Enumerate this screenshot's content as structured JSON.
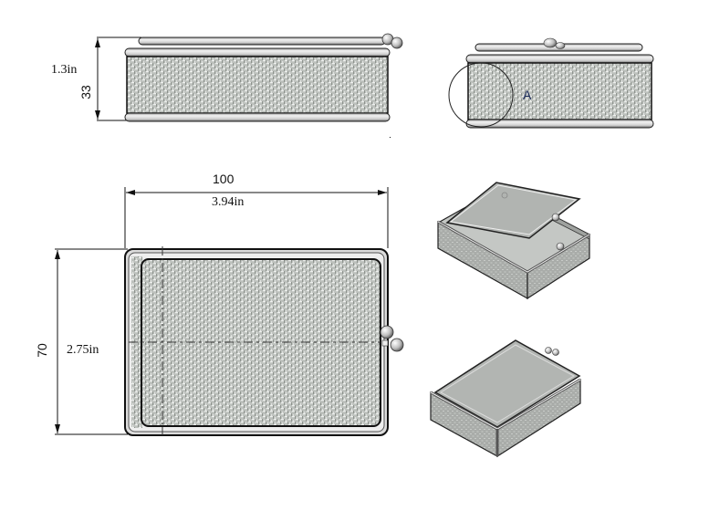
{
  "drawing": {
    "views": {
      "side_view": {
        "dimension_mm": "33",
        "dimension_in": "1.3in"
      },
      "end_view": {
        "detail_label": "A"
      },
      "top_view": {
        "width_mm": "100",
        "width_in": "3.94in",
        "height_mm": "70",
        "height_in": "2.75in"
      },
      "iso_open": {},
      "iso_closed": {}
    },
    "colors": {
      "mesh": "#b9bdb9",
      "mesh_dark": "#8f948f",
      "frame": "#d9d9d9",
      "outline": "#1a1a1a",
      "iso_mesh": "#a9aca9"
    }
  }
}
